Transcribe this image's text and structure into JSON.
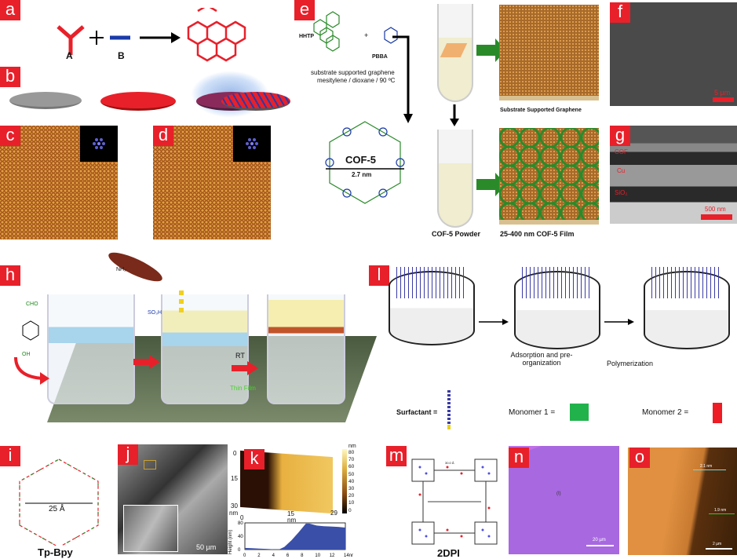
{
  "panels": {
    "a": "a",
    "b": "b",
    "c": "c",
    "d": "d",
    "e": "e",
    "f": "f",
    "g": "g",
    "h": "h",
    "l": "l",
    "i": "i",
    "j": "j",
    "k": "k",
    "m": "m",
    "n": "n",
    "o": "o"
  },
  "a": {
    "label_a": "A",
    "label_b": "B",
    "plus": "+"
  },
  "e": {
    "hhtp": "HHTP",
    "pbba": "PBBA",
    "plus": "+",
    "conditions_1": "substrate supported graphene",
    "conditions_2": "mesitylene / dioxane / 90 ºC",
    "cof_name": "COF-5",
    "pore": "2.7 nm",
    "substrate_caption": "Substrate Supported Graphene",
    "powder_caption": "COF-5 Powder",
    "film_caption": "25-400 nm COF-5 Film"
  },
  "f": {
    "scale": "5 µm"
  },
  "g": {
    "cof": "COF",
    "cu": "Cu",
    "sio2": "SiO₂",
    "scale": "500 nm"
  },
  "h": {
    "rt": "RT",
    "thin_film": "Thin Film",
    "cho": "CHO",
    "oh": "OH",
    "nh2": "NH₂",
    "so3h": "SO₃H"
  },
  "l": {
    "step1": "Adsorption and pre-organization",
    "step2": "Polymerization",
    "surfactant": "Surfactant =",
    "monomer1": "Monomer 1 =",
    "monomer2": "Monomer 2 =",
    "colors": {
      "monomer1": "#22b24c",
      "monomer2": "#ee1c24"
    }
  },
  "i": {
    "distance": "25 Å",
    "name": "Tp-Bpy"
  },
  "j": {
    "scale": "50 µm"
  },
  "k": {
    "unit": "nm",
    "y_ticks": [
      "0",
      "15",
      "30"
    ],
    "x_ticks": [
      "0",
      "15",
      "29"
    ],
    "axis_unit": "nm",
    "colorbar_ticks": [
      "80",
      "70",
      "60",
      "50",
      "40",
      "30",
      "20",
      "10",
      "0"
    ],
    "chart_data": {
      "type": "area",
      "xlabel": "nm",
      "ylabel": "Height (nm)",
      "xlim": [
        0,
        14
      ],
      "ylim": [
        0,
        80
      ],
      "x_ticks": [
        "0",
        "2",
        "4",
        "6",
        "8",
        "10",
        "12",
        "14nm"
      ],
      "y_ticks": [
        "0",
        "40",
        "80"
      ],
      "x": [
        0,
        1,
        2,
        3,
        4,
        4.8,
        5.5,
        6.5,
        7.5,
        8.5,
        9,
        10,
        11,
        12,
        13,
        14.5
      ],
      "y": [
        5,
        4,
        3,
        2,
        1,
        1,
        8,
        28,
        52,
        78,
        78,
        72,
        70,
        69,
        68,
        66
      ]
    }
  },
  "m": {
    "distance": "30.0 Å",
    "name": "2DPI"
  },
  "n": {
    "mark": "(I)",
    "scale": "20 µm"
  },
  "o": {
    "step1": "2.1 nm",
    "step2": "1.9 nm",
    "scale": "2 µm"
  }
}
